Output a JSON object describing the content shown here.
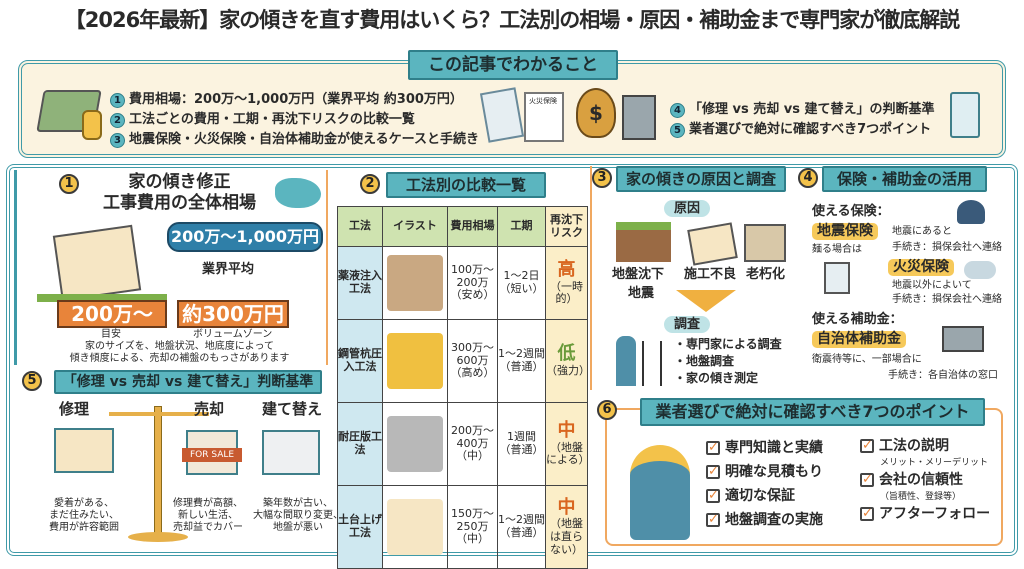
{
  "title": "【2026年最新】家の傾きを直す費用はいくら？工法別の相場・原因・補助金まで専門家が徹底解説",
  "summary": {
    "heading": "この記事でわかること",
    "items": [
      {
        "num": "1",
        "text": "費用相場：200万〜1,000万円（業界平均 約300万円）"
      },
      {
        "num": "2",
        "text": "工法ごとの費用・工期・再沈下リスクの比較一覧"
      },
      {
        "num": "3",
        "text": "地震保険・火災保険・自治体補助金が使えるケースと手続き"
      },
      {
        "num": "4",
        "text": "「修理 vs 売却 vs 建て替え」の判断基準"
      },
      {
        "num": "5",
        "text": "業者選びで絶対に確認すべき7つポイント"
      }
    ],
    "doc_label": "火災保険"
  },
  "s1": {
    "num": "1",
    "title1": "家の傾き修正",
    "title2": "工事費用の全体相場",
    "range": "200万〜1,000万円",
    "avg_label": "業界平均",
    "min": "200万〜",
    "min_caption": "目安",
    "avg": "約300万円",
    "avg_caption": "ボリュームゾーン",
    "note1": "家のサイズを、地盤状況、地底度によって",
    "note2": "傾き傾度による、売却の補盤のもっさがあります"
  },
  "s5": {
    "num": "5",
    "title": "「修理 vs 売却 vs 建て替え」判断基準",
    "options": [
      {
        "label": "修理",
        "lines": [
          "愛着がある、",
          "まだ住みたい、",
          "費用が許容範囲"
        ]
      },
      {
        "label": "売却",
        "sign": "FOR SALE",
        "lines": [
          "修理費が高額、",
          "新しい生活、",
          "売却益でカバー"
        ]
      },
      {
        "label": "建て替え",
        "lines": [
          "築年数が古い、",
          "大幅な間取り変更、",
          "地盤が悪い"
        ]
      }
    ]
  },
  "s2": {
    "num": "2",
    "title": "工法別の比較一覧",
    "headers": [
      "工法",
      "イラスト",
      "費用相場",
      "工期",
      "再沈下リスク"
    ],
    "rows": [
      {
        "method": "薬液注入工法",
        "cost": "100万〜200万（安め）",
        "period": "1〜2日（短い）",
        "risk": "高",
        "risk_note": "（一時的）",
        "color": "#d9661f"
      },
      {
        "method": "鋼管杭圧入工法",
        "cost": "300万〜600万（高め）",
        "period": "1〜2週間（普通）",
        "risk": "低",
        "risk_note": "（強力）",
        "color": "#6a9a3a"
      },
      {
        "method": "耐圧版工法",
        "cost": "200万〜400万（中）",
        "period": "1週間（普通）",
        "risk": "中",
        "risk_note": "（地盤による）",
        "color": "#d9661f"
      },
      {
        "method": "土台上げ工法",
        "cost": "150万〜250万（中）",
        "period": "1〜2週間（普通）",
        "risk": "中",
        "risk_note": "（地盤は直らない）",
        "color": "#d9661f"
      }
    ]
  },
  "s3": {
    "num": "3",
    "title": "家の傾きの原因と調査",
    "cause_label": "原因",
    "causes": [
      "地盤沈下",
      "施工不良",
      "老朽化"
    ],
    "cause_extra": "地震",
    "survey_label": "調査",
    "surveys": [
      "・専門家による調査",
      "・地盤調査",
      "・家の傾き測定"
    ]
  },
  "s4": {
    "num": "4",
    "title": "保険・補助金の活用",
    "ins_label": "使える保険：",
    "eq": "地震保険",
    "eq_note": "地震にあると",
    "eq_cond": "麺る場合は",
    "eq_proc": "手続き：損保会社へ連絡",
    "fire": "火災保険",
    "fire_note": "地震以外によいて",
    "fire_proc": "手続き：損保会社へ連絡",
    "sub_label": "使える補助金：",
    "sub": "自治体補助金",
    "sub_note": "衛震待等に、一部場合に",
    "sub_proc": "手続き：各自治体の窓口"
  },
  "s6": {
    "num": "6",
    "title": "業者選びで絶対に確認すべき7つのポイント",
    "left": [
      "専門知識と実績",
      "明確な見積もり",
      "適切な保証",
      "地盤調査の実施"
    ],
    "right": [
      {
        "t": "工法の説明",
        "sub": "メリット・メリーデリット"
      },
      {
        "t": "会社の信頼性",
        "sub": "（旨積性、登録等）"
      },
      {
        "t": "アフターフォロー",
        "sub": ""
      }
    ]
  },
  "colors": {
    "teal": "#5bb5bf",
    "orange": "#e8843a",
    "yellow": "#f3c24a"
  }
}
